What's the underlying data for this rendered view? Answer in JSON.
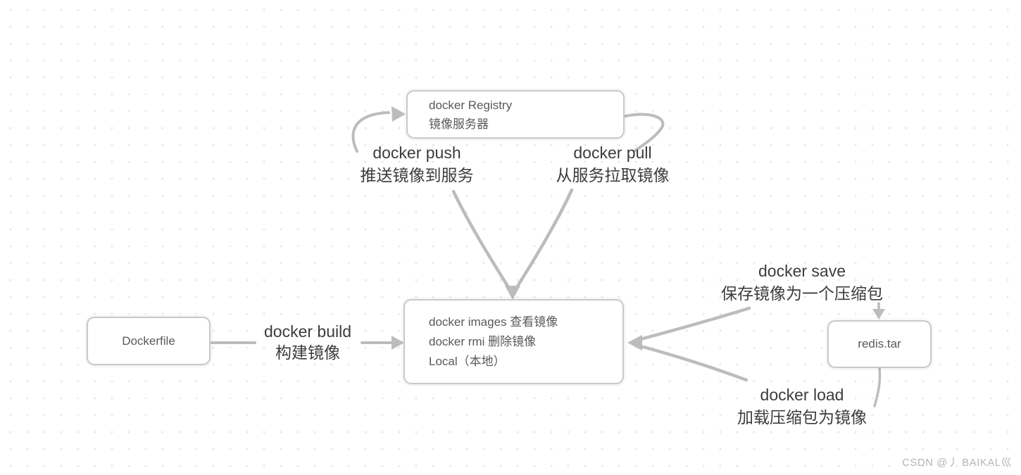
{
  "nodes": {
    "registry": {
      "lines": [
        "docker Registry",
        "镜像服务器"
      ]
    },
    "local": {
      "lines": [
        "docker images 查看镜像",
        "docker rmi 删除镜像",
        "Local（本地）"
      ]
    },
    "dockerfile": {
      "label": "Dockerfile"
    },
    "redis": {
      "label": "redis.tar"
    }
  },
  "labels": {
    "push": {
      "line1": "docker push",
      "line2": "推送镜像到服务"
    },
    "pull": {
      "line1": "docker pull",
      "line2": "从服务拉取镜像"
    },
    "build": {
      "line1": "docker build",
      "line2": "构建镜像"
    },
    "save": {
      "line1": "docker save",
      "line2": "保存镜像为一个压缩包"
    },
    "load": {
      "line1": "docker load",
      "line2": "加载压缩包为镜像"
    }
  },
  "watermark": "CSDN @丿 BAIKAL巛",
  "colors": {
    "arrow": "#bcbcbc",
    "box_border": "#c9c9c9",
    "box_text": "#595959",
    "label_text": "#3c3c3c",
    "dot": "#e9e9e9",
    "watermark": "#b6b6b6",
    "node_bg": "#ffffff"
  }
}
